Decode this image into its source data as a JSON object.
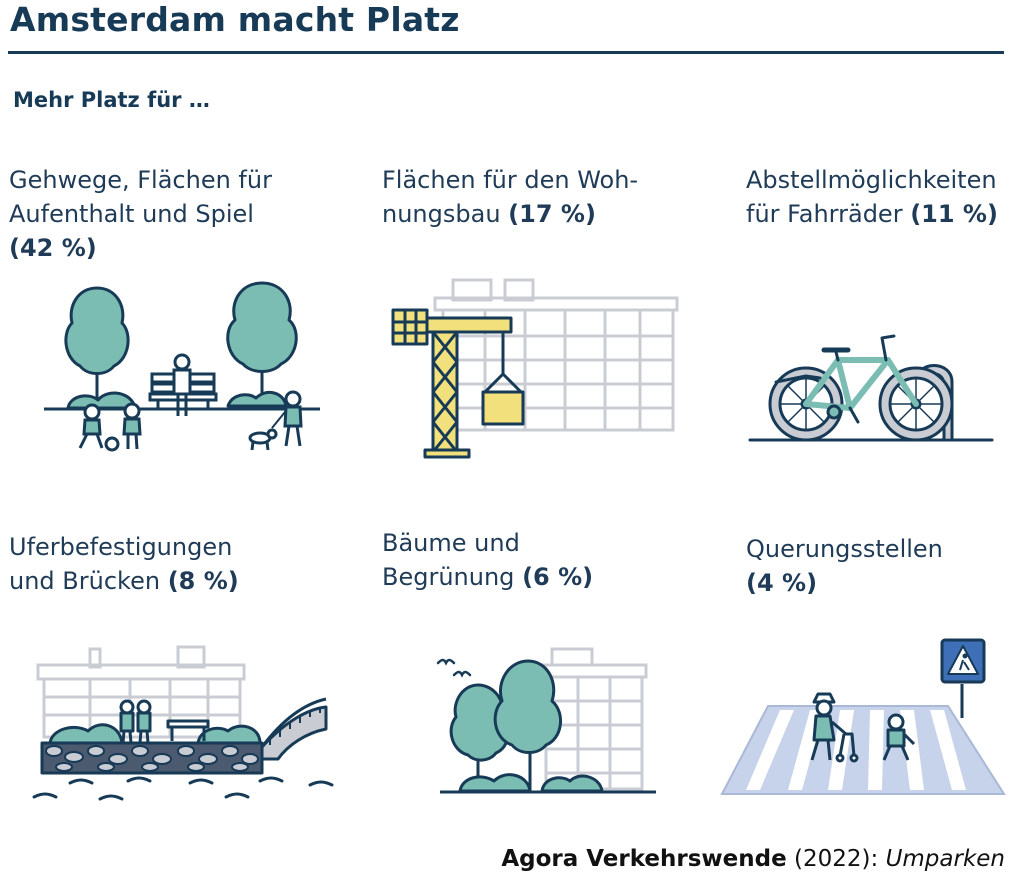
{
  "title": "Amsterdam macht Platz",
  "subtitle": "Mehr Platz für …",
  "items": [
    {
      "line1": "Gehwege, Flächen für",
      "line2": "Aufenthalt und Spiel",
      "pct": "(42 %)",
      "icon": "park-icon"
    },
    {
      "line1": "Flächen für den Woh-",
      "line2": "nungsbau",
      "pct": "(17 %)",
      "icon": "construction-crane-icon"
    },
    {
      "line1": "Abstellmöglichkeiten",
      "line2": "für Fahrräder",
      "pct": "(11 %)",
      "icon": "bicycle-icon"
    },
    {
      "line1": "Uferbefestigungen",
      "line2": "und Brücken",
      "pct": "(8 %)",
      "icon": "quay-bridge-icon"
    },
    {
      "line1": "Bäume und",
      "line2": "Begrünung",
      "pct": "(6 %)",
      "icon": "trees-icon"
    },
    {
      "line1": "Querungsstellen",
      "line2": "",
      "pct": "(4 %)",
      "icon": "crosswalk-icon"
    }
  ],
  "source": {
    "org": "Agora Verkehrswende",
    "year": " (2022): ",
    "publication": "Umparken"
  },
  "colors": {
    "navy": "#173a57",
    "teal": "#7bbdb2",
    "yellow": "#f1e07c",
    "grey": "#c9ccd3",
    "lightblue": "#c7d3ea"
  }
}
